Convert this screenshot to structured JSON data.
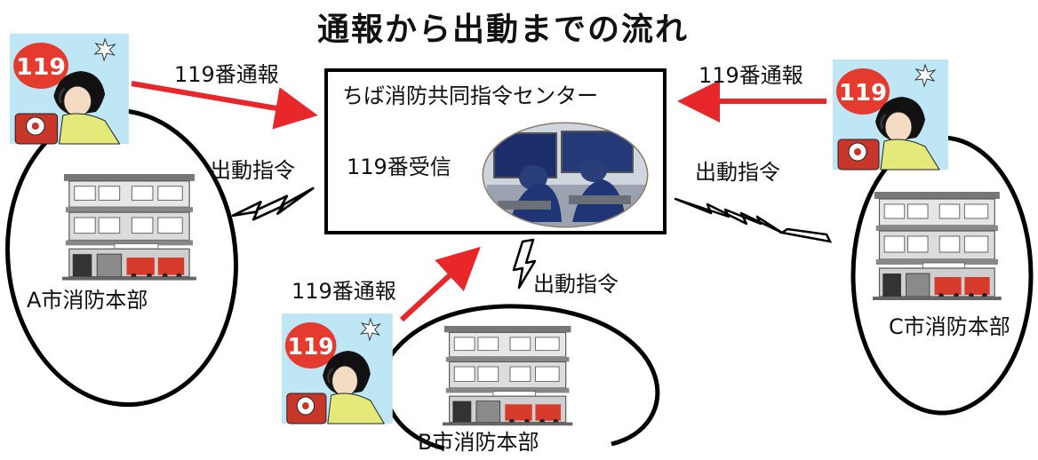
{
  "title": "通報から出動までの流れ",
  "center": {
    "name": "ちば消防共同指令センター",
    "receive_label": "119番受信"
  },
  "calls": {
    "left": "119番通報",
    "right": "119番通報",
    "bottom": "119番通報"
  },
  "dispatch": {
    "left": "出動指令",
    "right": "出動指令",
    "bottom": "出動指令"
  },
  "stations": {
    "a": "A市消防本部",
    "b": "B市消防本部",
    "c": "C市消防本部"
  },
  "phone_sign": "119",
  "colors": {
    "call_arrow": "#e8272a",
    "phone_bg": "#bfe6f4",
    "outline": "#000000"
  }
}
